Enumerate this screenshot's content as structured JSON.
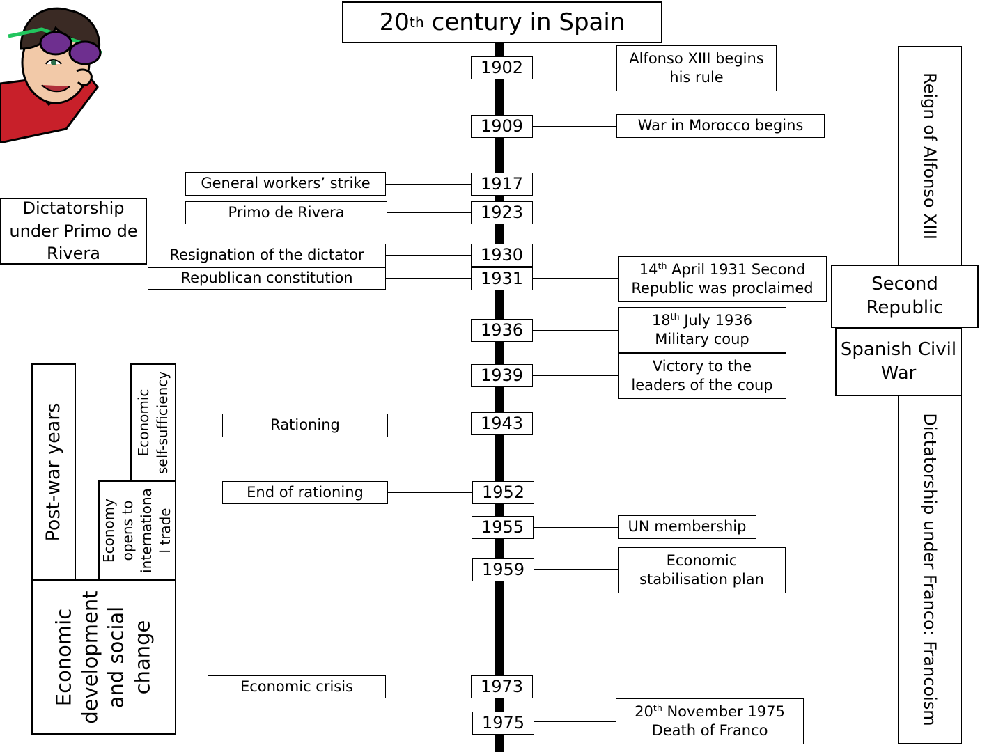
{
  "title": {
    "prefix": "20",
    "sup": "th",
    "rest": " century in Spain"
  },
  "years": [
    "1902",
    "1909",
    "1917",
    "1923",
    "1930",
    "1931",
    "1936",
    "1939",
    "1943",
    "1952",
    "1955",
    "1959",
    "1973",
    "1975"
  ],
  "events_right": {
    "y1902": {
      "line1": "Alfonso XIII begins",
      "line2": "his rule"
    },
    "y1909": "War in Morocco begins",
    "y1931": {
      "prefix": "14",
      "sup": "th",
      "line1_rest": " April 1931 Second",
      "line2": "Republic was proclaimed"
    },
    "y1936": {
      "prefix": "18",
      "sup": "th",
      "line1_rest": " July 1936",
      "line2": "Military coup"
    },
    "y1939": {
      "line1": "Victory to the",
      "line2": "leaders of the coup"
    },
    "y1955": "UN membership",
    "y1959": {
      "line1": "Economic",
      "line2": "stabilisation plan"
    },
    "y1975": {
      "prefix": "20",
      "sup": "th",
      "line1_rest": " November 1975",
      "line2": "Death of Franco"
    }
  },
  "events_left": {
    "y1917": "General workers’ strike",
    "y1923": "Primo de Rivera",
    "y1930": "Resignation of the dictator",
    "y1931": "Republican constitution",
    "y1943": "Rationing",
    "y1952": "End of rationing",
    "y1973": "Economic crisis"
  },
  "periods_right": {
    "alfonso": "Reign of Alfonso XIII",
    "second_republic": {
      "line1": "Second",
      "line2": "Republic"
    },
    "civil_war": {
      "line1": "Spanish Civil",
      "line2": "War"
    },
    "francoism": "Dictatorship under Franco: Francoism"
  },
  "periods_left": {
    "primo": {
      "line1": "Dictatorship",
      "line2": "under Primo de",
      "line3": "Rivera"
    },
    "postwar": "Post-war years",
    "self_sufficiency": {
      "line1": "Economic",
      "line2": "self-sufficiency"
    },
    "opens": {
      "line1": "Economy",
      "line2": "opens to",
      "line3": "internationa",
      "line4": "l trade"
    },
    "development": {
      "line1": "Economic",
      "line2": "development",
      "line3": "and social",
      "line4": "change"
    }
  },
  "avatar": {
    "icon": "cartoon-avatar-with-sunglasses",
    "colors": {
      "shirt": "#c8202a",
      "hair": "#3a2a24",
      "skin": "#f2c9a8",
      "glasses": "#6e2f8f",
      "frame": "#22c55e"
    }
  }
}
